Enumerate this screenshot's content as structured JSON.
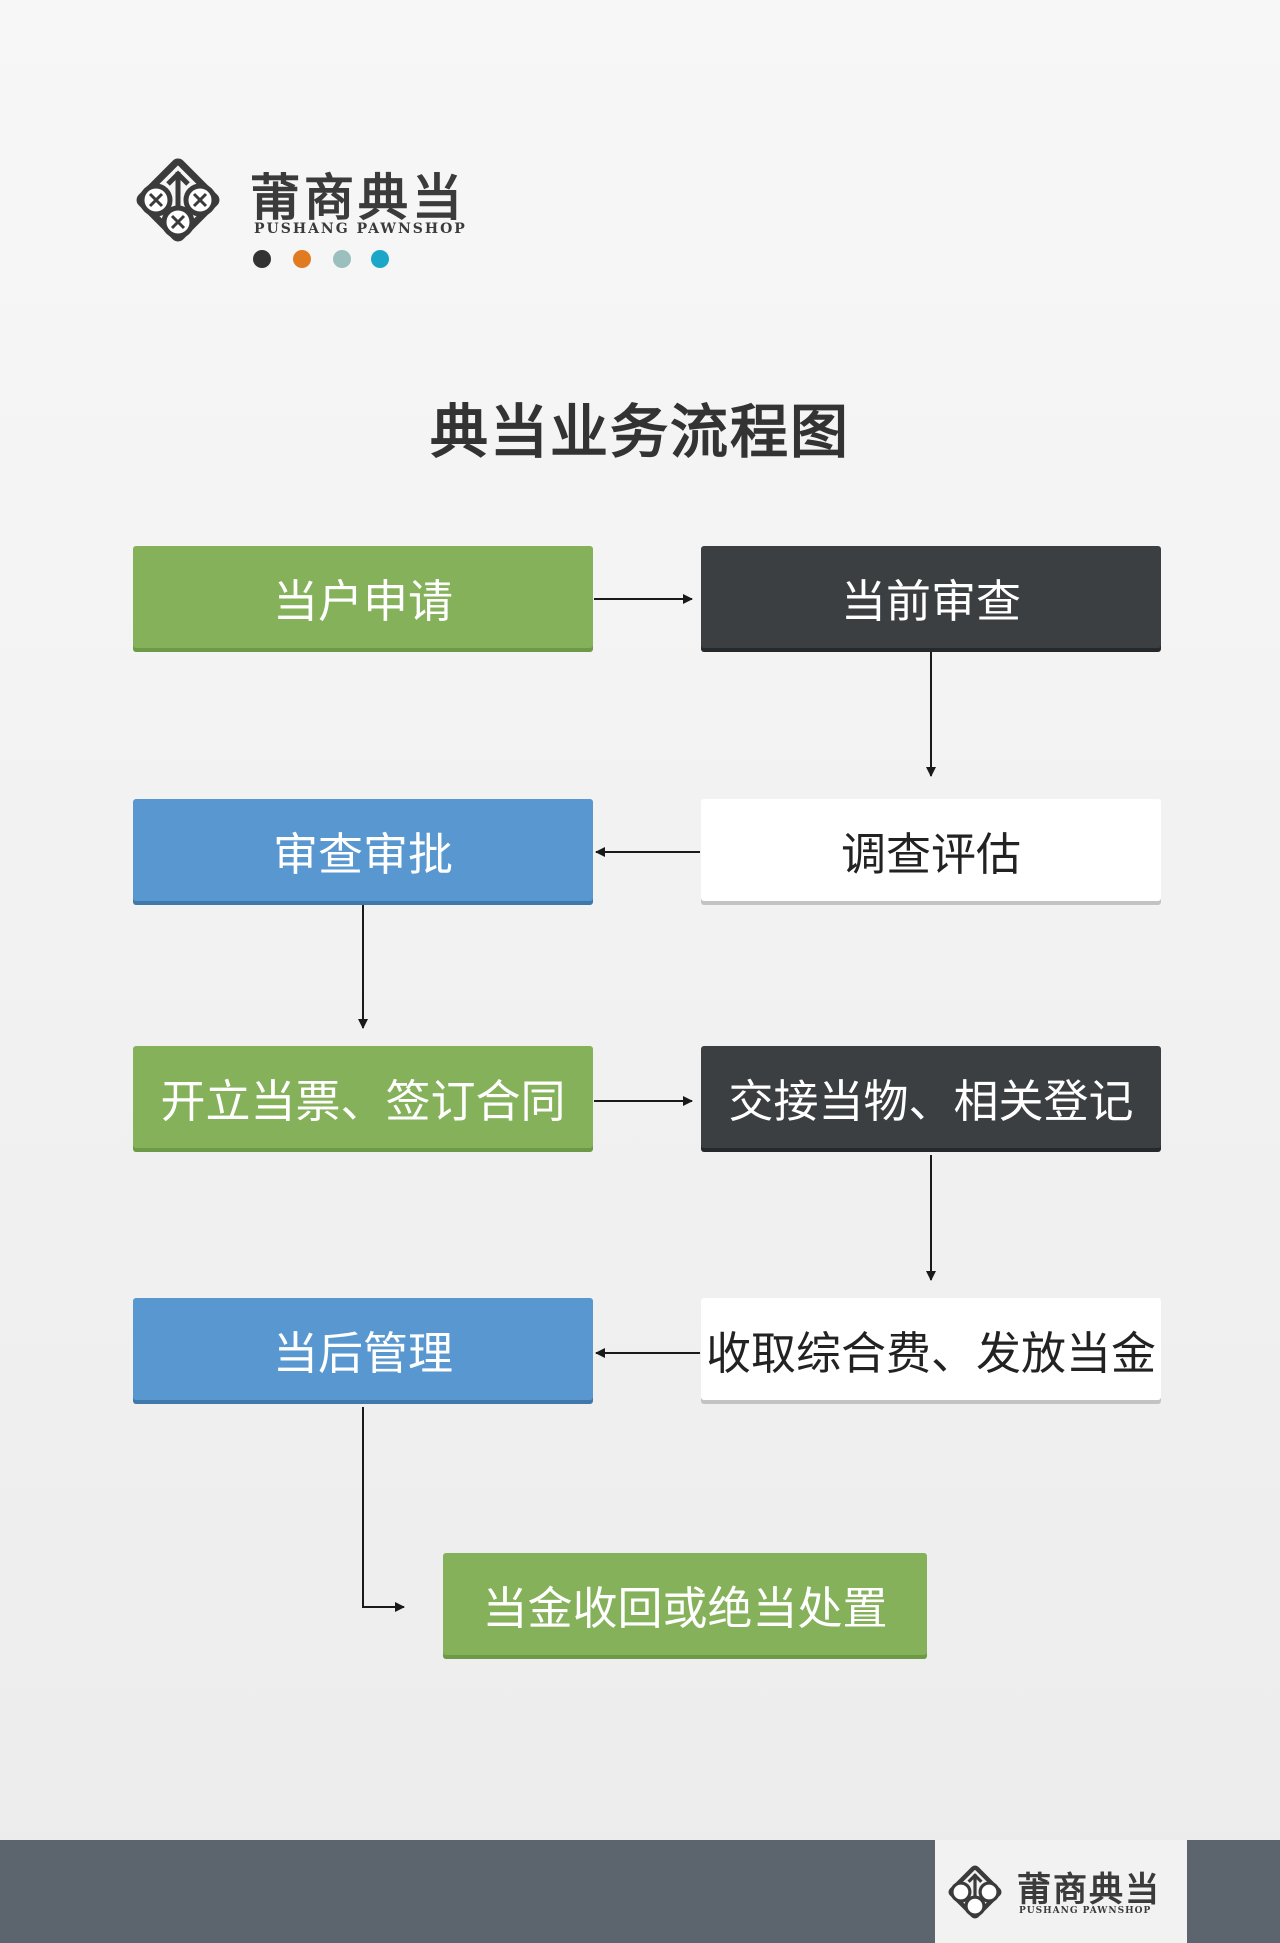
{
  "brand": {
    "name": "莆商典当",
    "subtitle": "PUSHANG PAWNSHOP",
    "dot_colors": [
      "#333333",
      "#e07b22",
      "#9bbfbd",
      "#1ba8c8"
    ]
  },
  "title": "典当业务流程图",
  "colors": {
    "green": "#85b15b",
    "dark": "#3b3f41",
    "blue": "#5897cf",
    "white": "#ffffff",
    "footer": "#5c656d"
  },
  "nodes": {
    "apply": "当户申请",
    "pre_review": "当前审查",
    "investigate": "调查评估",
    "approve": "审查审批",
    "contract": "开立当票、签订合同",
    "handover": "交接当物、相关登记",
    "fee": "收取综合费、发放当金",
    "post_manage": "当后管理",
    "final": "当金收回或绝当处置"
  },
  "footer": {
    "name": "莆商典当",
    "subtitle": "PUSHANG PAWNSHOP"
  }
}
